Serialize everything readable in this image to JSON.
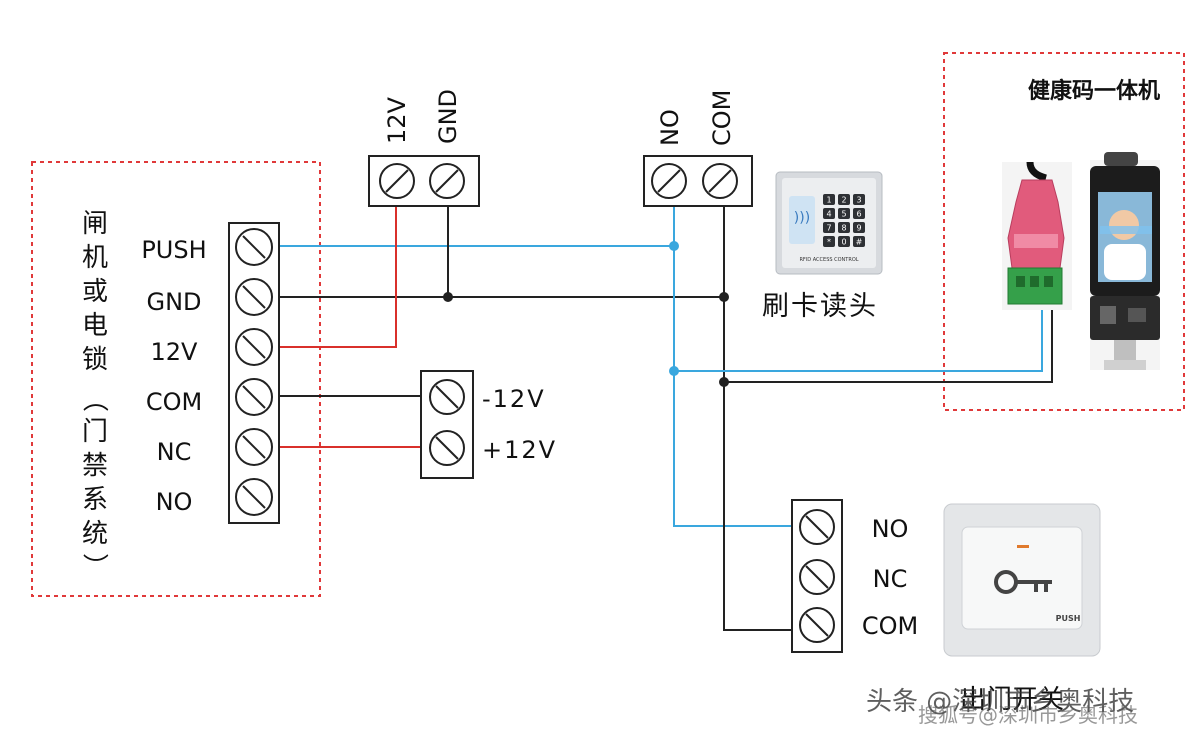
{
  "lock_box": {
    "title_chars": [
      "闸",
      "机",
      "或",
      "电",
      "锁",
      "（",
      "门",
      "禁",
      "系",
      "统",
      "）"
    ],
    "terminals": [
      "PUSH",
      "GND",
      "12V",
      "COM",
      "NC",
      "NO"
    ]
  },
  "power_top": {
    "labels": [
      "12V",
      "GND"
    ]
  },
  "reader_relay": {
    "labels": [
      "NO",
      "COM"
    ]
  },
  "reader_label": "刷卡读头",
  "psu": {
    "labels": [
      "-12V",
      "+12V"
    ]
  },
  "health_box": {
    "title": "健康码一体机"
  },
  "exit_button": {
    "labels": [
      "NO",
      "NC",
      "COM"
    ],
    "caption": "出门开关",
    "push_text": "PUSH"
  },
  "keypad": {
    "keys": [
      "1",
      "2",
      "3",
      "4",
      "5",
      "6",
      "7",
      "8",
      "9",
      "*",
      "0",
      "#"
    ],
    "footer": "RFID ACCESS CONTROL"
  },
  "watermark": "头条 @深圳市乡奥科技",
  "watermark2": "搜狐号@深圳市乡奥科技",
  "colors": {
    "blue": "#3aa7de",
    "red": "#d9302b",
    "black": "#222222",
    "dash": "#e0393a"
  }
}
